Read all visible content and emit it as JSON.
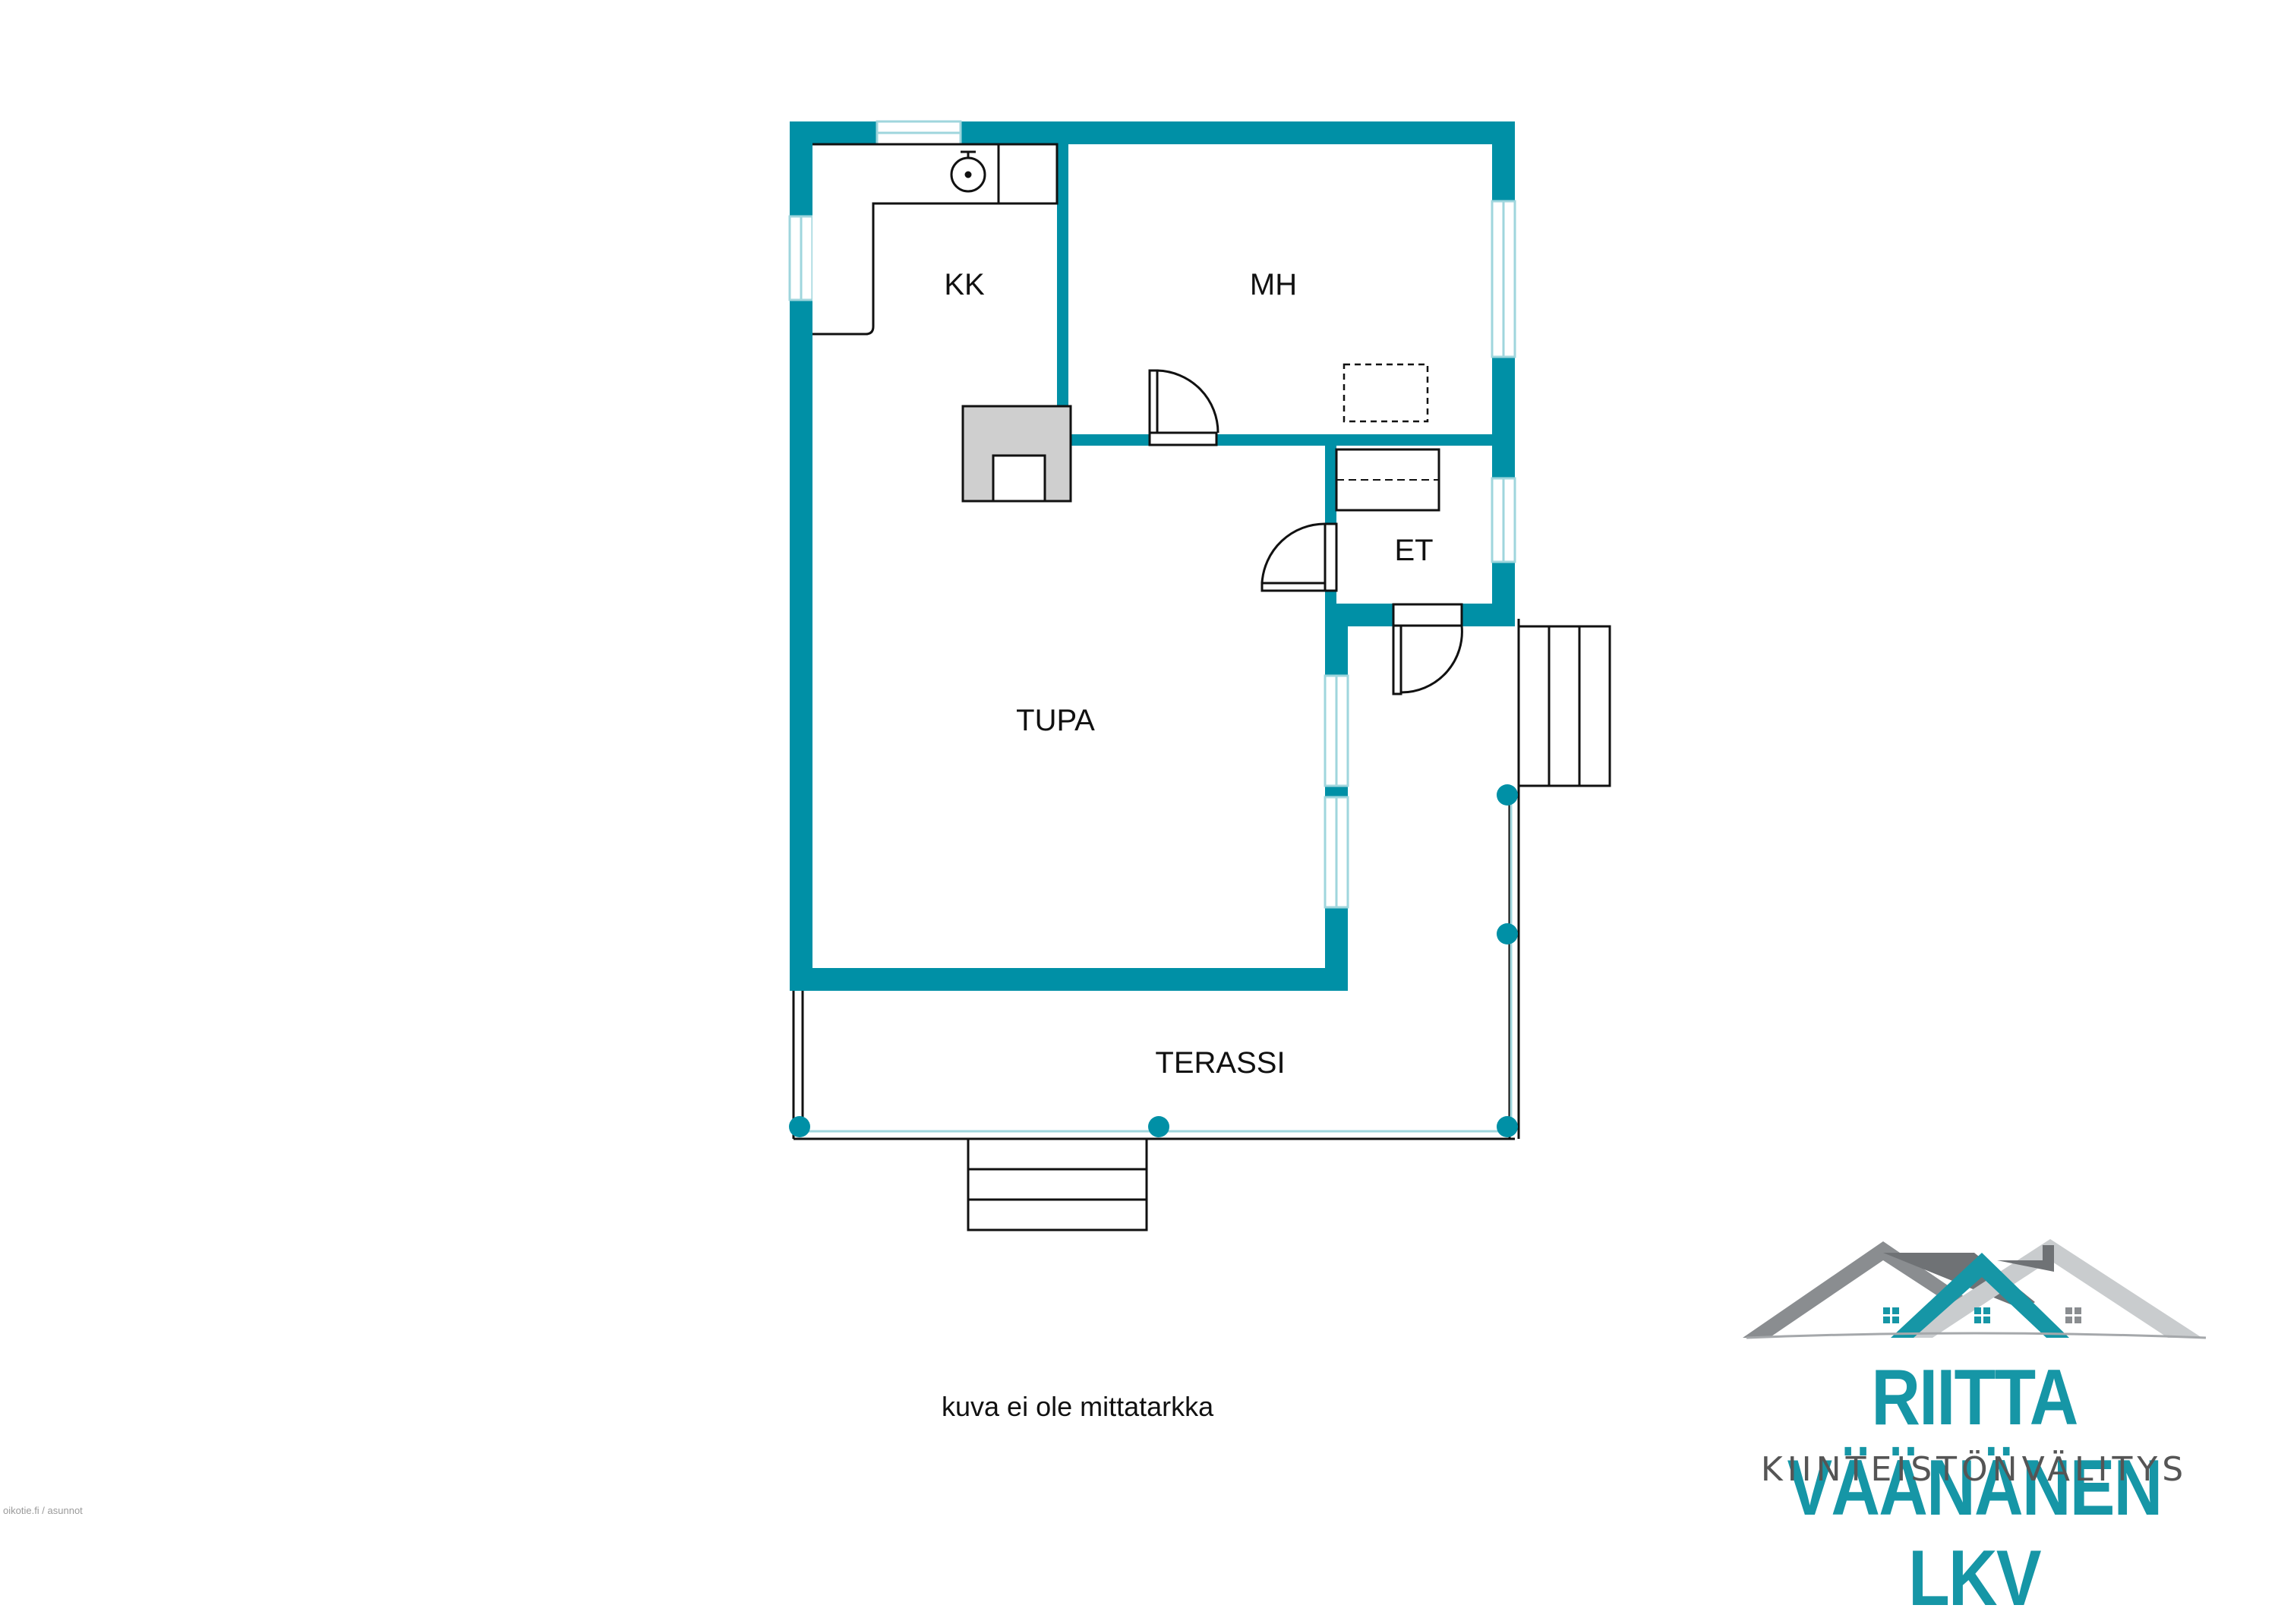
{
  "colors": {
    "wall": "#0090a6",
    "outline": "#111111",
    "window": "#9fd6dd",
    "logo_teal": "#1696a6",
    "logo_gray": "#8a8d90",
    "logo_light": "#c9ccce"
  },
  "rooms": {
    "kk": "KK",
    "mh": "MH",
    "et": "ET",
    "tupa": "TUPA",
    "terassi": "TERASSI"
  },
  "caption": "kuva ei ole mittatarkka",
  "logo": {
    "title": "RIITTA VÄÄNÄNEN LKV",
    "subtitle": "KIINTEISTÖNVÄLITYS"
  },
  "credit": "oikotie.fi / asunnot",
  "icons": {
    "sink": "sink-icon",
    "fireplace": "fireplace-icon",
    "logo_roofs": "house-roofs-icon"
  }
}
